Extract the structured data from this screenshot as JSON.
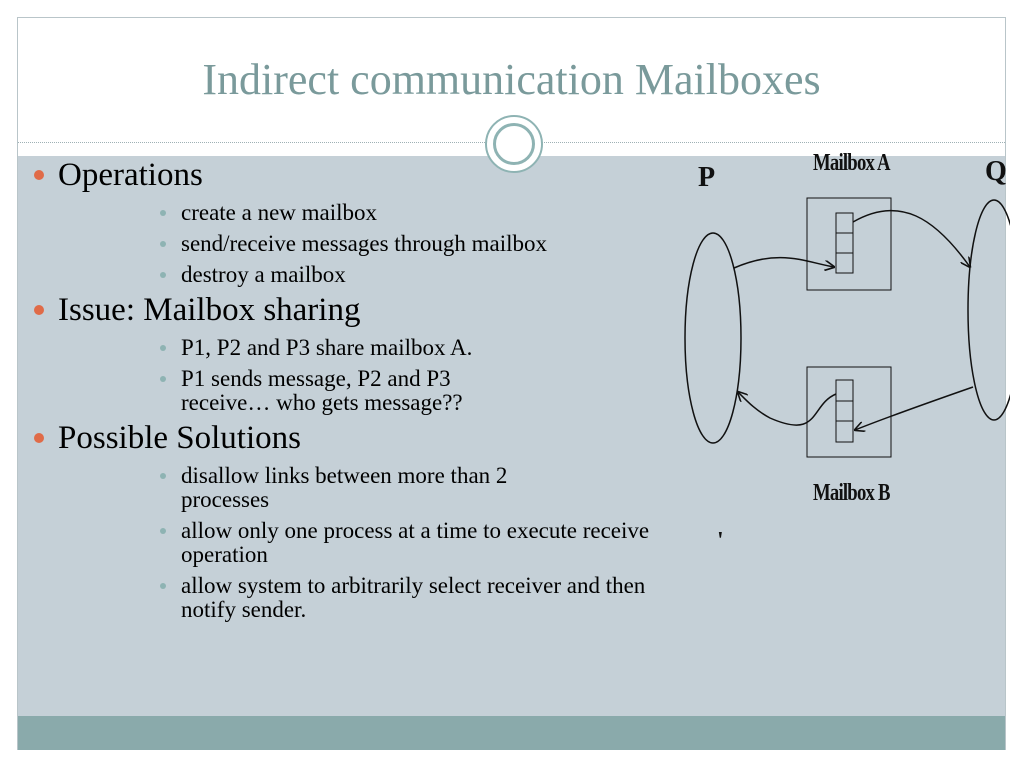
{
  "slide": {
    "title": "Indirect communication Mailboxes",
    "bullets": [
      {
        "text": "Operations",
        "sub": [
          "create a new mailbox",
          "send/receive messages through mailbox",
          "destroy a mailbox"
        ]
      },
      {
        "text": "Issue: Mailbox sharing",
        "sub": [
          "P1, P2 and P3 share mailbox A.",
          "P1 sends message, P2 and P3 receive… who gets message??"
        ]
      },
      {
        "text": "Possible Solutions",
        "sub": [
          "disallow links between more than 2 processes",
          "allow only one process at a time to execute receive operation",
          "allow system to arbitrarily select receiver and then notify sender."
        ]
      }
    ]
  },
  "diagram": {
    "label_p": "P",
    "label_q": "Q",
    "label_mailbox_a": "Mailbox A",
    "label_mailbox_b": "Mailbox B",
    "stray_mark": "'"
  },
  "colors": {
    "title": "#7a9a9b",
    "content_bg": "#c5d0d7",
    "footer_bg": "#8aaaab",
    "bullet_l1": "#e06b48",
    "bullet_l2": "#8eb3b3"
  }
}
